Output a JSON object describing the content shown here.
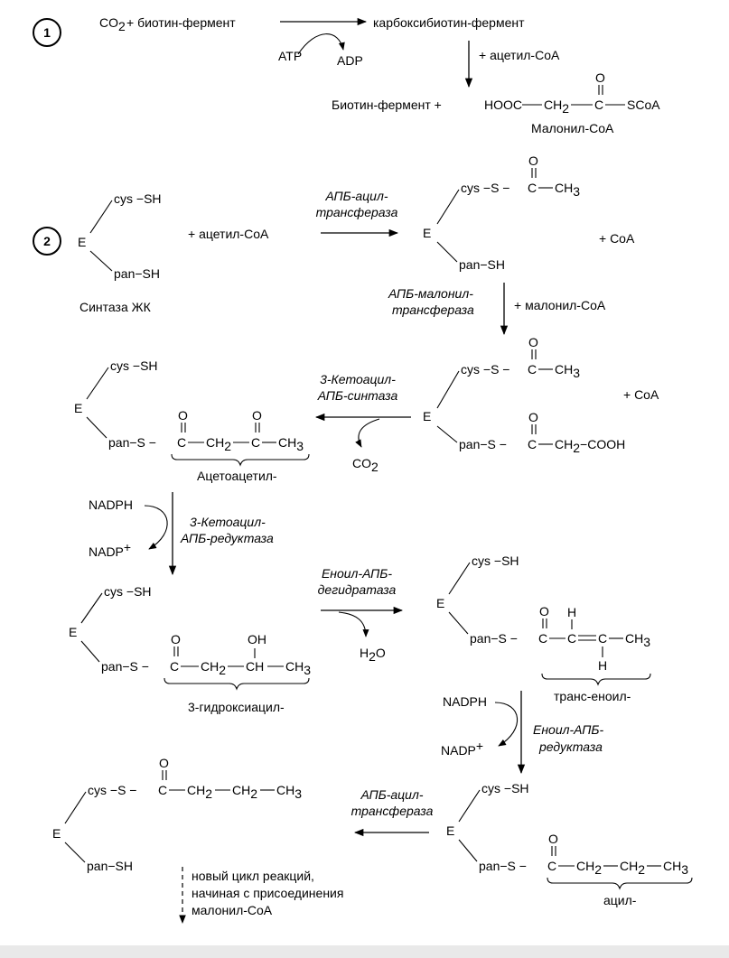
{
  "step1": {
    "number": "1",
    "co2_plus": "CO",
    "co2_sub": "2",
    "biotin_enzyme": "+ биотин-фермент",
    "carboxybiotin": "карбоксибиотин-фермент",
    "atp": "ATP",
    "adp": "ADP",
    "plus_acetyl": "+ ацетил-CoA",
    "biotin_enzyme_plus": "Биотин-фермент +",
    "hooc": "HOOC",
    "ch2": "CH",
    "ch2_sub": "2",
    "c": "C",
    "o": "O",
    "scoa": "SCoA",
    "malonyl": "Малонил-CoA"
  },
  "step2": {
    "number": "2",
    "cys_sh": "cys −SH",
    "e": "E",
    "pan_sh": "pan−SH",
    "plus_acetyl": "+ ацетил-CoA",
    "synthase": "Синтаза ЖК",
    "enzyme1_line1": "АПБ-ацил-",
    "enzyme1_line2": "трансфераза",
    "cys_s": "cys −S −",
    "c": "C",
    "o": "O",
    "ch3": "CH",
    "ch3_sub": "3",
    "plus_coa": "+ CoA",
    "enzyme2_line1": "АПБ-малонил-",
    "enzyme2_line2": "трансфераза",
    "plus_malonyl": "+ малонил-CoA"
  },
  "step3": {
    "enzyme_line1": "3-Кетоацил-",
    "enzyme_line2": "АПБ-синтаза",
    "plus_coa": "+ CoA",
    "pan_s": "pan−S −",
    "ch2cooh": "CH",
    "cooh": "−COOH",
    "co2": "CO",
    "co2_sub": "2",
    "acetoacetyl": "Ацетоацетил-",
    "cys_sh": "cys −SH"
  },
  "step4": {
    "nadph": "NADPH",
    "nadp": "NADP",
    "enzyme_line1": "3-Кетоацил-",
    "enzyme_line2": "АПБ-редуктаза",
    "oh": "OH",
    "ch": "CH",
    "hydroxyacyl": "3-гидроксиацил-"
  },
  "step5": {
    "enzyme_line1": "Еноил-АПБ-",
    "enzyme_line2": "дегидратаза",
    "h2o": "H",
    "h2o_sub": "2",
    "h2o_o": "O",
    "h": "H",
    "trans_enoyl": "транс-еноил-"
  },
  "step6": {
    "nadph": "NADPH",
    "nadp": "NADP",
    "enzyme_line1": "Еноил-АПБ-",
    "enzyme_line2": "редуктаза",
    "acyl": "ацил-"
  },
  "step7": {
    "enzyme_line1": "АПБ-ацил-",
    "enzyme_line2": "трансфераза",
    "new_cycle_line1": "новый цикл реакций,",
    "new_cycle_line2": "начиная с присоединения",
    "new_cycle_line3": "малонил-CoA"
  }
}
